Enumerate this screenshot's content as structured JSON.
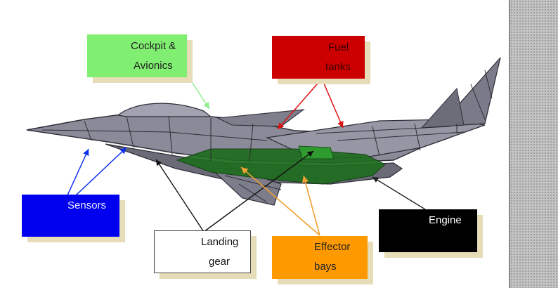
{
  "colors": {
    "fuselage": "#8a8a98",
    "fuselage_dark": "#5d5d6b",
    "panel_lines": "#2e2e38",
    "bay_green": "#1e6b1e",
    "bay_green_light": "#2f9a2f",
    "shadow": "#e6dcb8",
    "side_panel": "#c4c4c4"
  },
  "labels": {
    "cockpit": {
      "lines": [
        "Cockpit &",
        "Avionics"
      ],
      "bg": "#80ee70",
      "text_color": "#222222",
      "arrow_color": "#90ee90"
    },
    "fuel": {
      "lines": [
        "Fuel",
        "tanks"
      ],
      "bg": "#cc0000",
      "text_color": "#3a0000",
      "arrow_color": "#dd1111"
    },
    "sensors": {
      "lines": [
        "Sensors"
      ],
      "bg": "#0000ee",
      "text_color": "#e8e8ff",
      "arrow_color": "#1030ee"
    },
    "landing": {
      "lines": [
        "Landing",
        "gear"
      ],
      "bg": "#ffffff",
      "text_color": "#111111",
      "arrow_color": "#111111"
    },
    "effector": {
      "lines": [
        "Effector",
        "bays"
      ],
      "bg": "#ff9900",
      "text_color": "#222222",
      "arrow_color": "#f0a030"
    },
    "engine": {
      "lines": [
        "Engine"
      ],
      "bg": "#000000",
      "text_color": "#ffffff",
      "arrow_color": "#222222"
    }
  }
}
